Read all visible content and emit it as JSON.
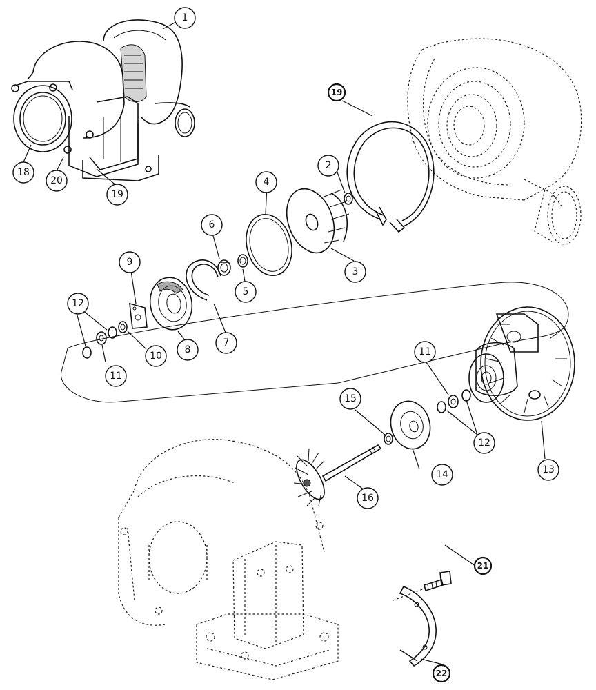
{
  "callouts": [
    {
      "id": "c1",
      "label": "1",
      "bold": false
    },
    {
      "id": "c2",
      "label": "2",
      "bold": false
    },
    {
      "id": "c3",
      "label": "3",
      "bold": false
    },
    {
      "id": "c4",
      "label": "4",
      "bold": false
    },
    {
      "id": "c5",
      "label": "5",
      "bold": false
    },
    {
      "id": "c6",
      "label": "6",
      "bold": false
    },
    {
      "id": "c7",
      "label": "7",
      "bold": false
    },
    {
      "id": "c8",
      "label": "8",
      "bold": false
    },
    {
      "id": "c9",
      "label": "9",
      "bold": false
    },
    {
      "id": "c10",
      "label": "10",
      "bold": false
    },
    {
      "id": "c11a",
      "label": "11",
      "bold": false
    },
    {
      "id": "c11b",
      "label": "11",
      "bold": false
    },
    {
      "id": "c12a",
      "label": "12",
      "bold": false
    },
    {
      "id": "c12b",
      "label": "12",
      "bold": false
    },
    {
      "id": "c13",
      "label": "13",
      "bold": false
    },
    {
      "id": "c14",
      "label": "14",
      "bold": false
    },
    {
      "id": "c15",
      "label": "15",
      "bold": false
    },
    {
      "id": "c16",
      "label": "16",
      "bold": false
    },
    {
      "id": "c18",
      "label": "18",
      "bold": false
    },
    {
      "id": "c19a",
      "label": "19",
      "bold": true
    },
    {
      "id": "c19b",
      "label": "19",
      "bold": false
    },
    {
      "id": "c20",
      "label": "20",
      "bold": false
    },
    {
      "id": "c21",
      "label": "21",
      "bold": true
    },
    {
      "id": "c22",
      "label": "22",
      "bold": true
    }
  ]
}
